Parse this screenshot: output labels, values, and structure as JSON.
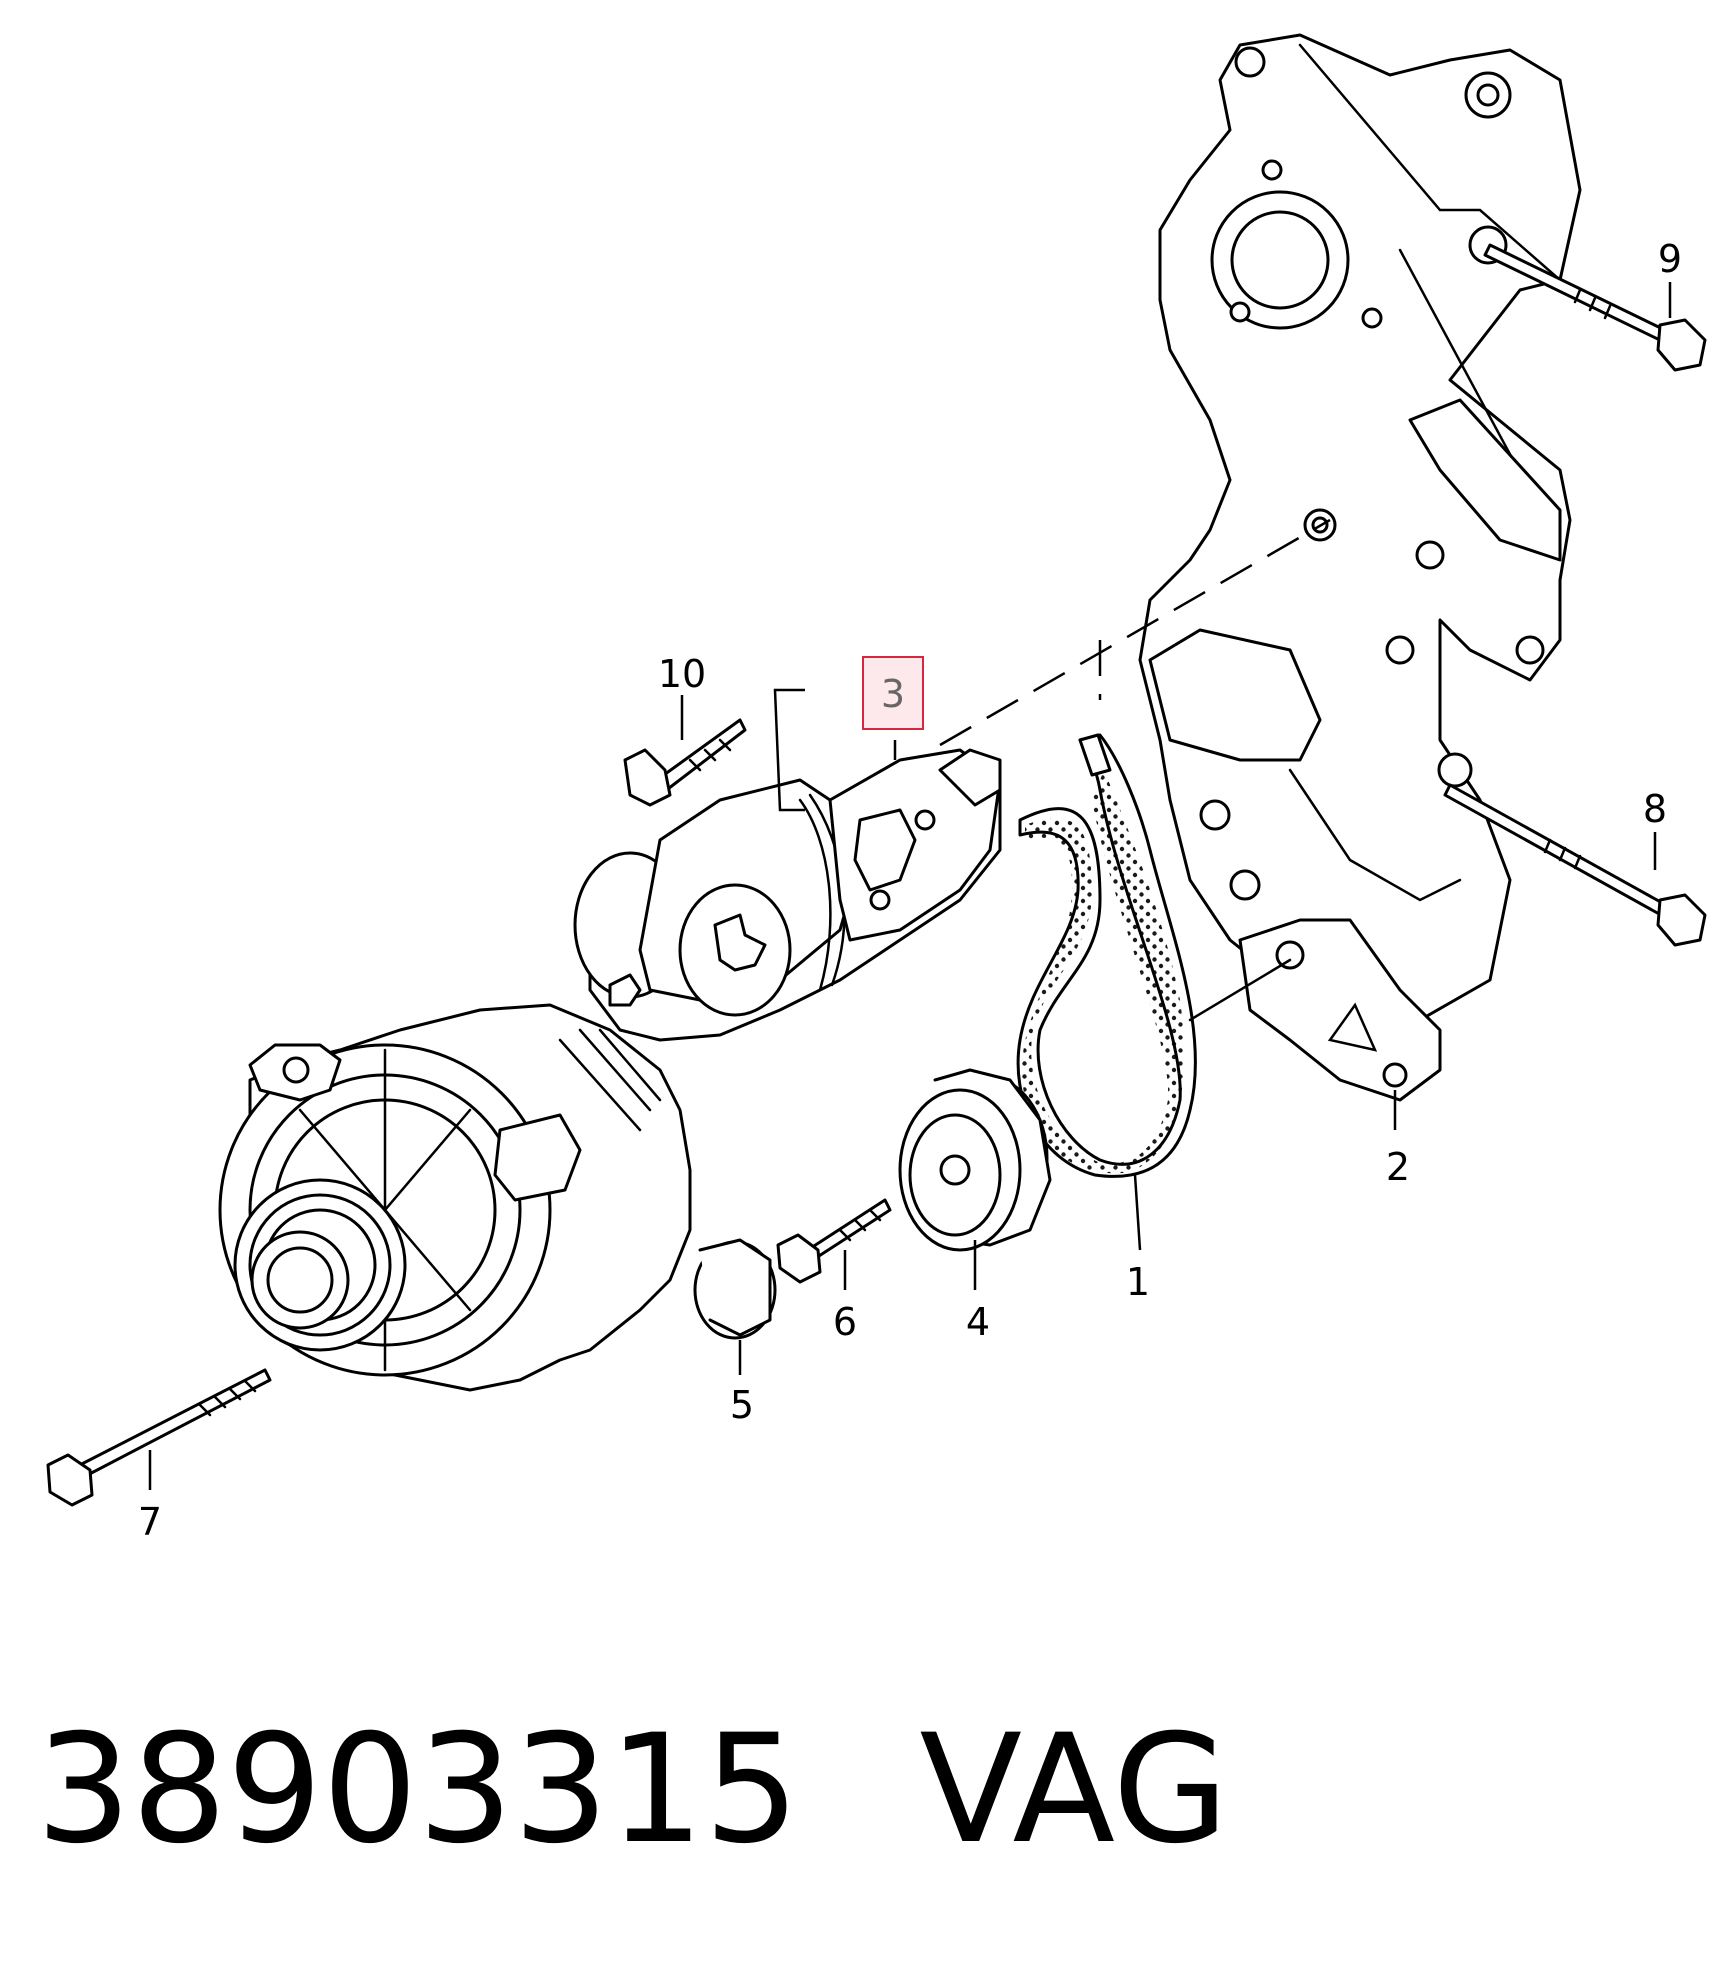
{
  "diagram": {
    "callouts": [
      {
        "id": "1",
        "label": "1"
      },
      {
        "id": "2",
        "label": "2"
      },
      {
        "id": "3",
        "label": "3",
        "highlighted": true
      },
      {
        "id": "4",
        "label": "4"
      },
      {
        "id": "5",
        "label": "5"
      },
      {
        "id": "6",
        "label": "6"
      },
      {
        "id": "7",
        "label": "7"
      },
      {
        "id": "8",
        "label": "8"
      },
      {
        "id": "9",
        "label": "9"
      },
      {
        "id": "10",
        "label": "10"
      }
    ],
    "highlight_color": "#d9263f",
    "highlight_fill": "#fde8ec"
  },
  "caption": {
    "part_number": "38903315",
    "brand": "VAG"
  }
}
